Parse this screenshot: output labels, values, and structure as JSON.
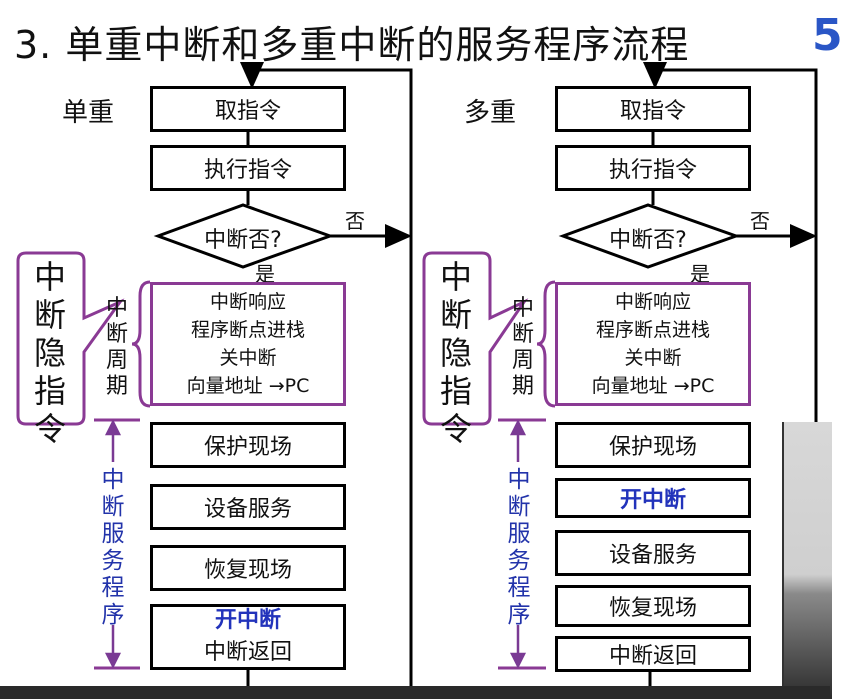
{
  "title": "3. 单重中断和多重中断的服务程序流程",
  "slide_number": "5",
  "left": {
    "label": "单重",
    "steps": [
      "取指令",
      "执行指令"
    ],
    "decision": "中断否?",
    "no": "否",
    "yes": "是",
    "cycle_label": [
      "中",
      "断",
      "周",
      "期"
    ],
    "cycle_box": [
      "中断响应",
      "程序断点进栈",
      "关中断",
      "向量地址 →PC"
    ],
    "service_steps": [
      "保护现场",
      "设备服务",
      "恢复现场"
    ],
    "final_box": [
      "开中断",
      "中断返回"
    ],
    "callout": [
      "中",
      "断",
      "隐",
      "指",
      "令"
    ],
    "service_label": [
      "中",
      "断",
      "服",
      "务",
      "程",
      "序"
    ]
  },
  "right": {
    "label": "多重",
    "steps": [
      "取指令",
      "执行指令"
    ],
    "decision": "中断否?",
    "no": "否",
    "yes": "是",
    "cycle_label": [
      "中",
      "断",
      "周",
      "期"
    ],
    "cycle_box": [
      "中断响应",
      "程序断点进栈",
      "关中断",
      "向量地址 →PC"
    ],
    "service_steps": [
      "保护现场",
      "开中断",
      "设备服务",
      "恢复现场",
      "中断返回"
    ],
    "callout": [
      "中",
      "断",
      "隐",
      "指",
      "令"
    ],
    "service_label": [
      "中",
      "断",
      "服",
      "务",
      "程",
      "序"
    ]
  }
}
